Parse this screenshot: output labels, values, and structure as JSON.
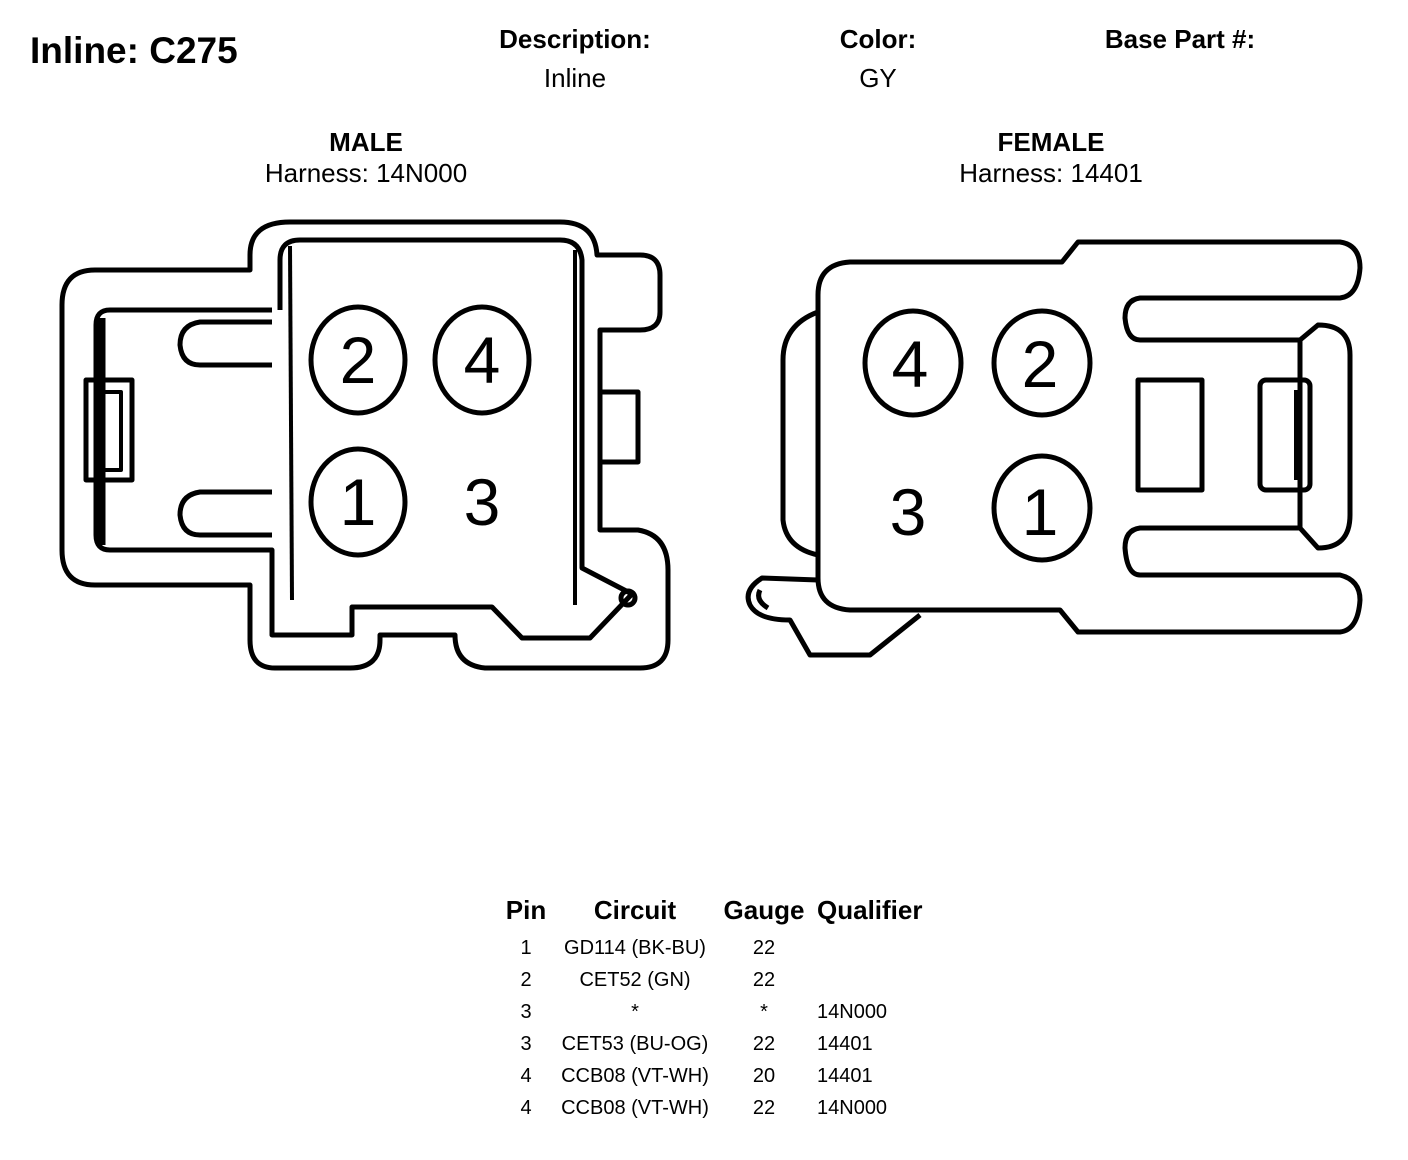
{
  "header": {
    "title": "Inline: C275",
    "description_label": "Description:",
    "description_value": "Inline",
    "color_label": "Color:",
    "color_value": "GY",
    "base_part_label": "Base Part #:",
    "base_part_value": ""
  },
  "male": {
    "label": "MALE",
    "harness": "Harness: 14N000",
    "pins": [
      "2",
      "4",
      "1",
      "3"
    ]
  },
  "female": {
    "label": "FEMALE",
    "harness": "Harness: 14401",
    "pins": [
      "4",
      "2",
      "3",
      "1"
    ]
  },
  "pin_table": {
    "headers": [
      "Pin",
      "Circuit",
      "Gauge",
      "Qualifier"
    ],
    "rows": [
      [
        "1",
        "GD114 (BK-BU)",
        "22",
        ""
      ],
      [
        "2",
        "CET52 (GN)",
        "22",
        ""
      ],
      [
        "3",
        "*",
        "*",
        "14N000"
      ],
      [
        "3",
        "CET53 (BU-OG)",
        "22",
        "14401"
      ],
      [
        "4",
        "CCB08 (VT-WH)",
        "20",
        "14401"
      ],
      [
        "4",
        "CCB08 (VT-WH)",
        "22",
        "14N000"
      ]
    ]
  }
}
